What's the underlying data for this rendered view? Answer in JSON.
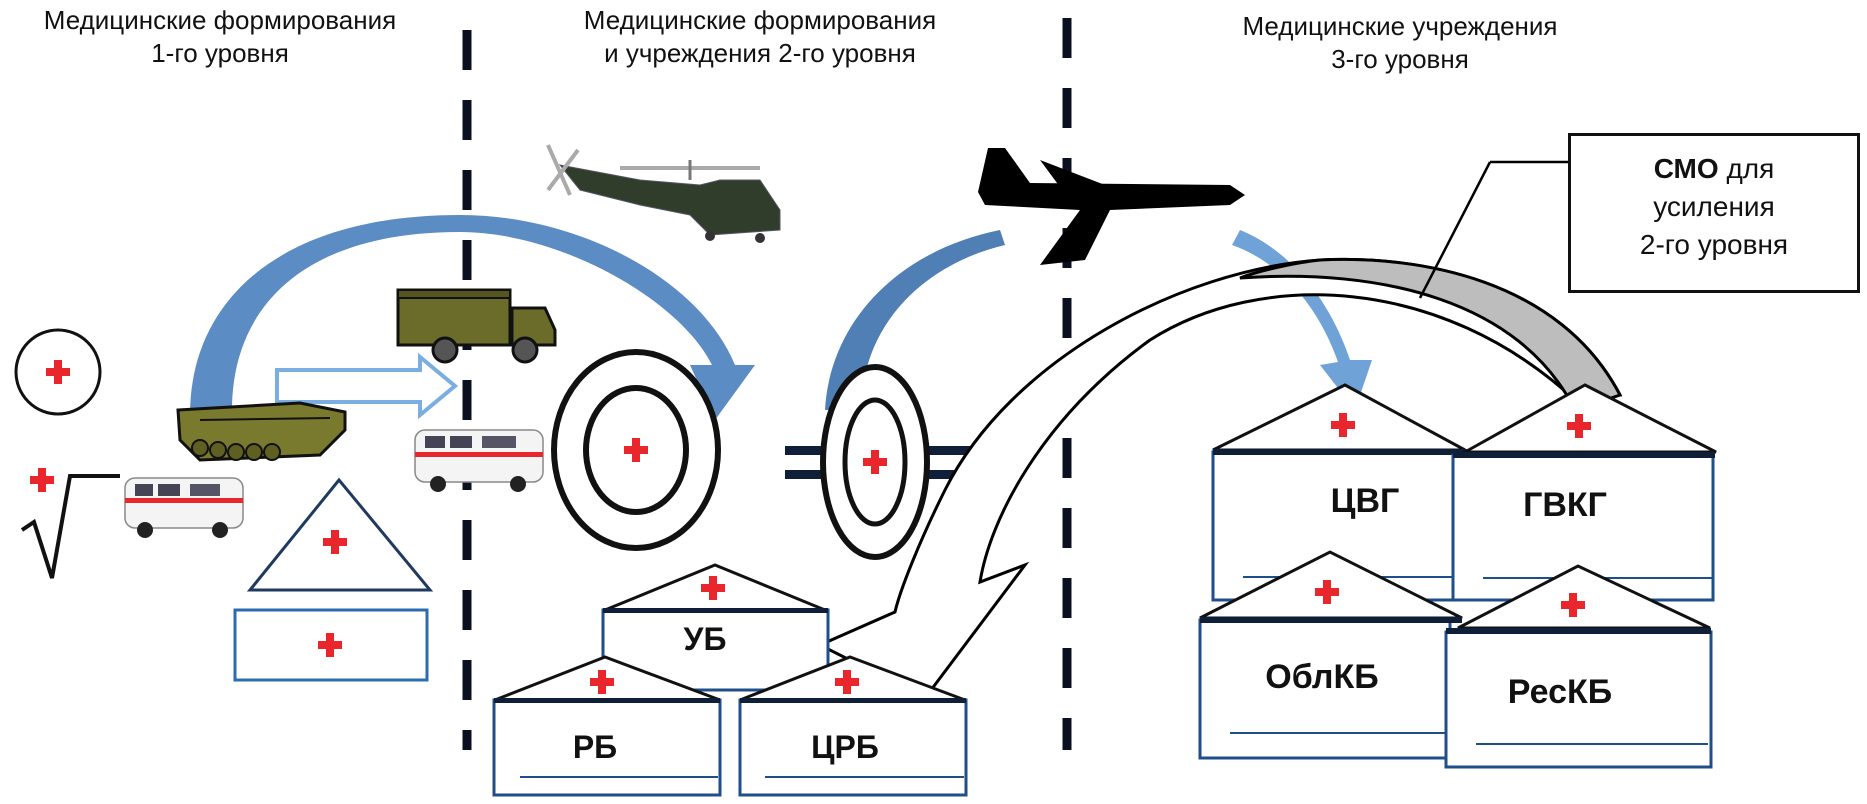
{
  "headers": {
    "level1": {
      "line1": "Медицинские формирования",
      "line2": "1-го уровня"
    },
    "level2": {
      "line1": "Медицинские формирования",
      "line2": "и учреждения 2-го уровня"
    },
    "level3": {
      "line1": "Медицинские учреждения",
      "line2": "3-го уровня"
    }
  },
  "callout": {
    "bold": "СМО",
    "line1_rest": " для",
    "line2": "усиления",
    "line3": "2-го уровня"
  },
  "hospitals_level2": [
    {
      "id": "ub",
      "label": "УБ"
    },
    {
      "id": "rb",
      "label": "РБ"
    },
    {
      "id": "crb",
      "label": "ЦРБ"
    }
  ],
  "hospitals_level3": [
    {
      "id": "cvg",
      "label": "ЦВГ"
    },
    {
      "id": "gvkg",
      "label": "ГВКГ"
    },
    {
      "id": "oblkb",
      "label": "ОблКБ"
    },
    {
      "id": "reskb",
      "label": "РесКБ"
    }
  ],
  "icons": [
    "medical-post-circle-icon",
    "first-aid-sqrt-icon",
    "armored-vehicle-icon",
    "ambulance-icon",
    "military-truck-icon",
    "helicopter-icon",
    "airplane-icon",
    "triangle-medical-icon",
    "rectangle-medical-icon",
    "double-circle-medical-icon",
    "oval-medical-icon",
    "hospital-building-icon"
  ],
  "colors": {
    "arrow_blue_dark": "#4f7fb5",
    "arrow_blue_light": "#6fa3d8",
    "red_cross": "#e8262b",
    "building_border": "#1f4f8a",
    "military_green": "#6b6b2a",
    "gray_arrow": "#bdbdbd"
  }
}
